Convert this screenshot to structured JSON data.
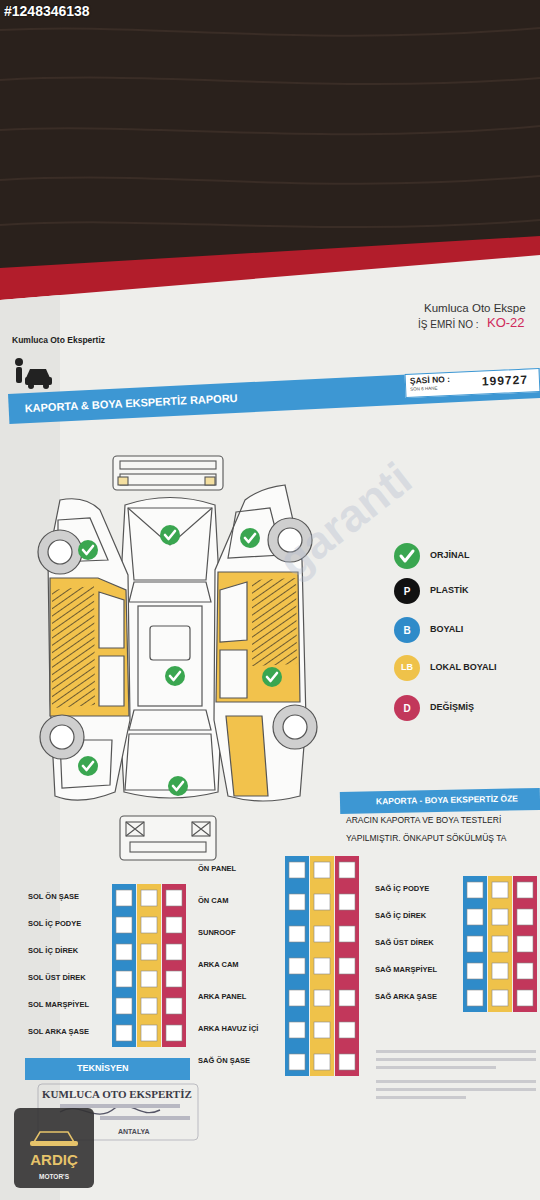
{
  "diagram": {
    "title": "KAPORTA & BOYA EKSPERTİZ RAPORU",
    "nodes": [
      {
        "text": [
          "ŞASİ NO :",
          "SON 6 HANE",
          "199727"
        ]
      },
      {
        "text": [
          "KAPORTA - BOYA EKSPERTİZ ÖZE"
        ]
      },
      {
        "text": [
          "TEKNİSYEN"
        ]
      }
    ],
    "labels": [
      "#1248346138",
      "Kumluca Oto Ekspertiz",
      "Kumluca Oto Ekspe",
      "İŞ EMRİ NO :",
      "KO-22",
      "garanti",
      "P",
      "B",
      "LB",
      "D",
      "ARACIN KAPORTA VE BOYA TESTLERİ",
      "YAPILMIŞTIR. ÖNKAPUT SÖKÜLMÜŞ TA",
      "SOL ÖN ŞASE",
      "SOL İÇ PODYE",
      "SOL İÇ DİREK",
      "SOL ÜST DİREK",
      "SOL MARŞPİYEL",
      "SOL ARKA ŞASE",
      "ÖN PANEL",
      "ÖN CAM",
      "SUNROOF",
      "ARKA CAM",
      "ARKA PANEL",
      "ARKA HAVUZ İÇİ",
      "SAĞ ÖN ŞASE",
      "SAĞ İÇ PODYE",
      "SAĞ İÇ DİREK",
      "SAĞ ÜST DİREK",
      "SAĞ MARŞPİYEL",
      "SAĞ ARKA ŞASE",
      "KUMLUCA OTO EKSPERTİZ",
      "ANTALYA",
      "ARDIÇ",
      "MOTOR'S"
    ],
    "legend": [
      {
        "text": "ORJİNAL",
        "color": "#3aa650"
      },
      {
        "text": "PLASTİK",
        "color": "#111111"
      },
      {
        "text": "BOYALI",
        "color": "#2f8bc9"
      },
      {
        "text": "LOKAL BOYALI",
        "color": "#efc24a"
      },
      {
        "text": "DEĞİŞMİŞ",
        "color": "#c2375b"
      }
    ]
  }
}
